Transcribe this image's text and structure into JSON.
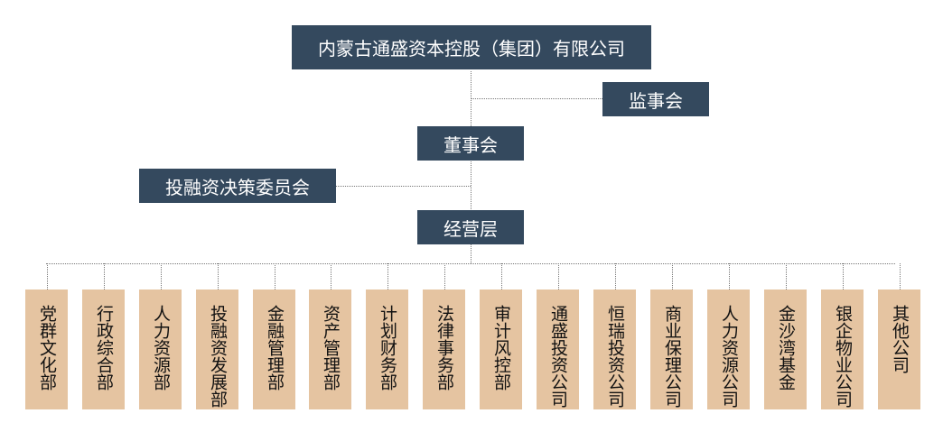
{
  "chart": {
    "company": "内蒙古通盛资本控股（集团）有限公司",
    "supervisory_board": "监事会",
    "board": "董事会",
    "investment_committee": "投融资决策委员会",
    "management": "经营层",
    "departments": [
      "党群文化部",
      "行政综合部",
      "人力资源部",
      "投融资发展部",
      "金融管理部",
      "资产管理部",
      "计划财务部",
      "法律事务部",
      "审计风控部",
      "通盛投资公司",
      "恒瑞投资公司",
      "商业保理公司",
      "人力资源公司",
      "金沙湾基金",
      "银企物业公司",
      "其他公司"
    ]
  },
  "colors": {
    "header_box": "#34495e",
    "department_box": "#e5c4a1"
  }
}
